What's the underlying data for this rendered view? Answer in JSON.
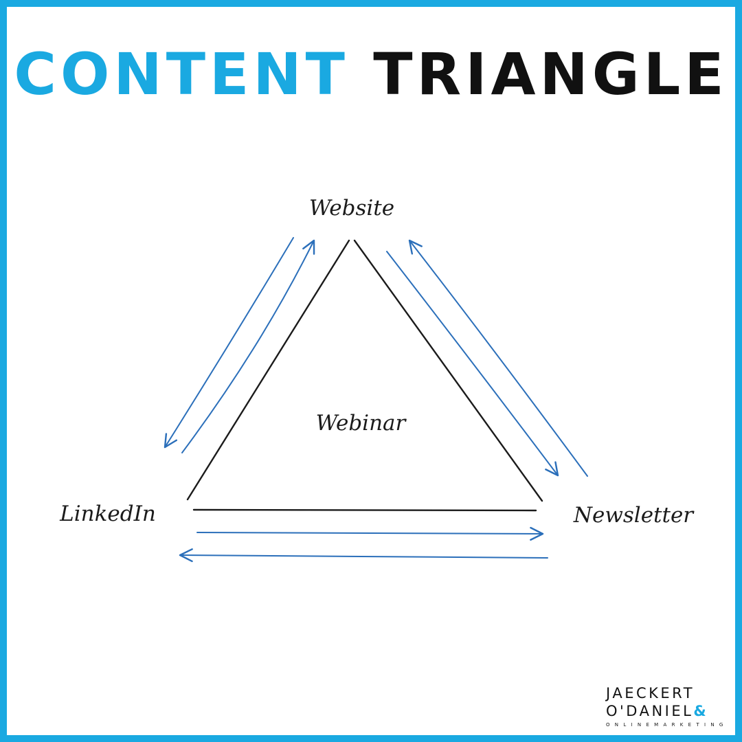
{
  "title": {
    "part1": "CONTENT",
    "part2": "TRIANGLE"
  },
  "colors": {
    "accent": "#1aa9e1",
    "arrow": "#2b6fba",
    "line": "#1b1b1b"
  },
  "diagram": {
    "nodes": {
      "top": "Website",
      "center": "Webinar",
      "left": "LinkedIn",
      "right": "Newsletter"
    }
  },
  "logo": {
    "line1": "JAECKERT",
    "line2": "O'DANIEL",
    "amp": "&",
    "line3": "ONLINEMARKETING"
  }
}
